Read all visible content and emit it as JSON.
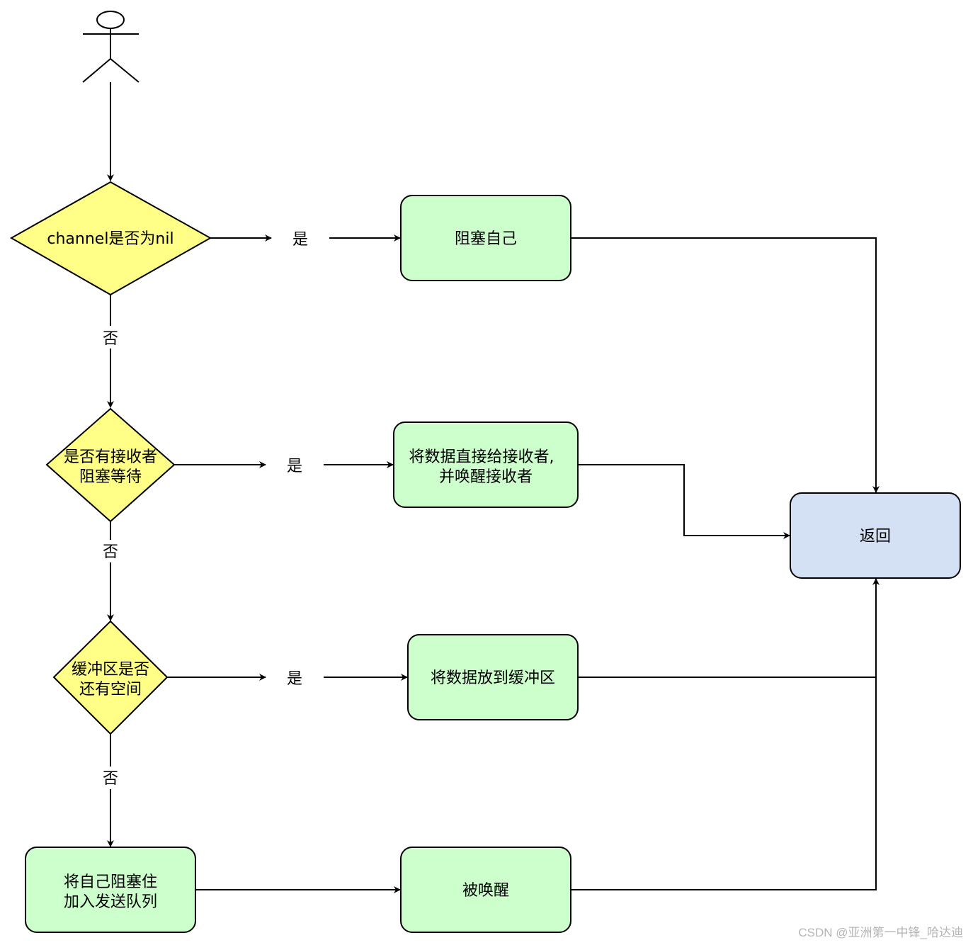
{
  "diagram": {
    "decisions": {
      "channel_nil": "channel是否为nil",
      "receiver_waiting": [
        "是否有接收者",
        "阻塞等待"
      ],
      "buffer_space": [
        "缓冲区是否",
        "还有空间"
      ]
    },
    "process": {
      "block_self": "阻塞自己",
      "direct_send": [
        "将数据直接给接收者,",
        "并唤醒接收者"
      ],
      "put_buffer": "将数据放到缓冲区",
      "enqueue_send": [
        "将自己阻塞住",
        "加入发送队列"
      ],
      "woken": "被唤醒",
      "return": "返回"
    },
    "edge_labels": {
      "yes": "是",
      "no": "否"
    },
    "colors": {
      "decision_fill": "#ffff88",
      "process_fill": "#ccffcc",
      "terminal_fill": "#d4e1f5",
      "stroke": "#000000"
    }
  },
  "watermark": "CSDN @亚洲第一中锋_哈达迪"
}
